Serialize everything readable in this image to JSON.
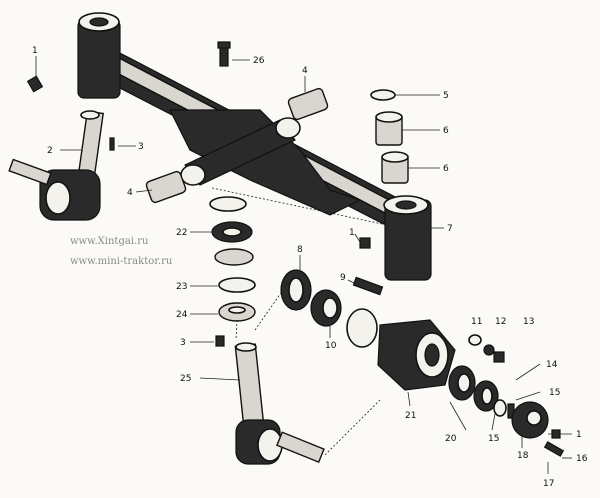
{
  "watermarks": [
    "www.Xintgai.ru",
    "www.mini-traktor.ru"
  ],
  "labels": {
    "l1a": "1",
    "l26": "26",
    "l4a": "4",
    "l5": "5",
    "l2": "2",
    "l3a": "3",
    "l6a": "6",
    "l6b": "6",
    "l4b": "4",
    "l1b": "1",
    "l7": "7",
    "l22": "22",
    "l8": "8",
    "l9": "9",
    "l23": "23",
    "l10": "10",
    "l11": "11",
    "l12": "12",
    "l13": "13",
    "l24": "24",
    "l3b": "3",
    "l14": "14",
    "l25": "25",
    "l15a": "15",
    "l21": "21",
    "l1c": "1",
    "l20": "20",
    "l15b": "15",
    "l16": "16",
    "l18": "18",
    "l17": "17"
  }
}
